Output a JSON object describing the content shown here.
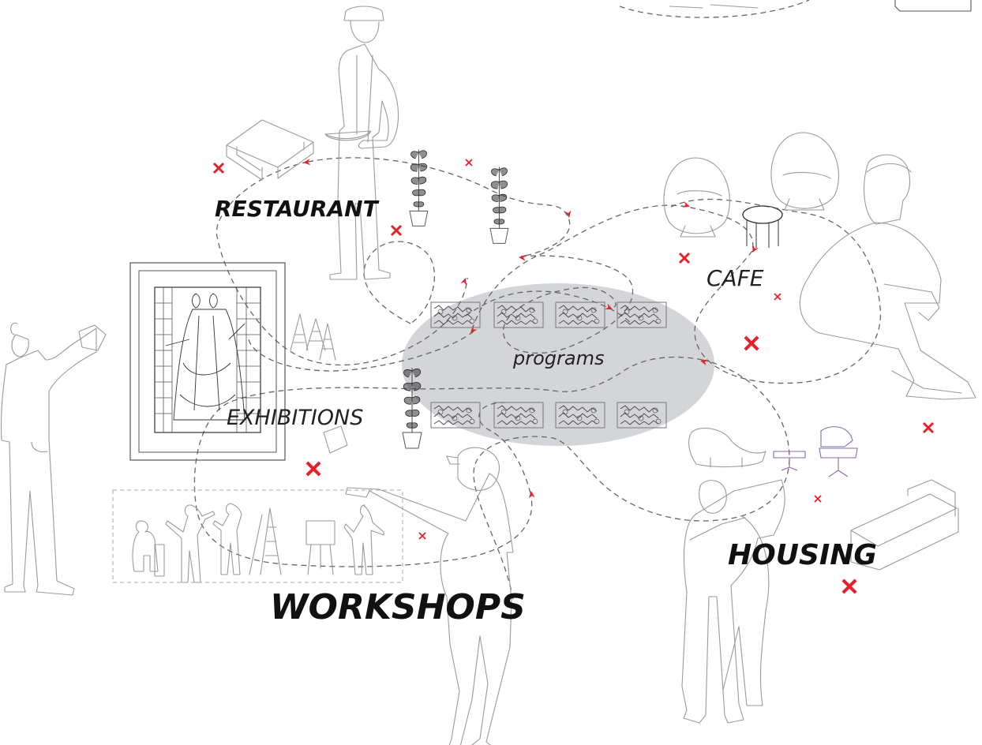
{
  "labels": {
    "programs": "programs",
    "restaurant": "RESTAURANT",
    "cafe": "CAFE",
    "exhibitions": "EXHIBITIONS",
    "workshops": "WORKSHOPS",
    "housing": "HOUSING"
  },
  "colors": {
    "accent_red": "#e8202a",
    "hub_fill": "#d3d5d8",
    "line": "#666666",
    "figure_stroke": "#9a9a9a",
    "purple_furniture": "#8a6aa8"
  },
  "icons": [
    "x-mark-icon",
    "arrow-head-icon",
    "potted-plant-icon",
    "planter-box-icon",
    "ladder-icon",
    "easel-icon"
  ]
}
